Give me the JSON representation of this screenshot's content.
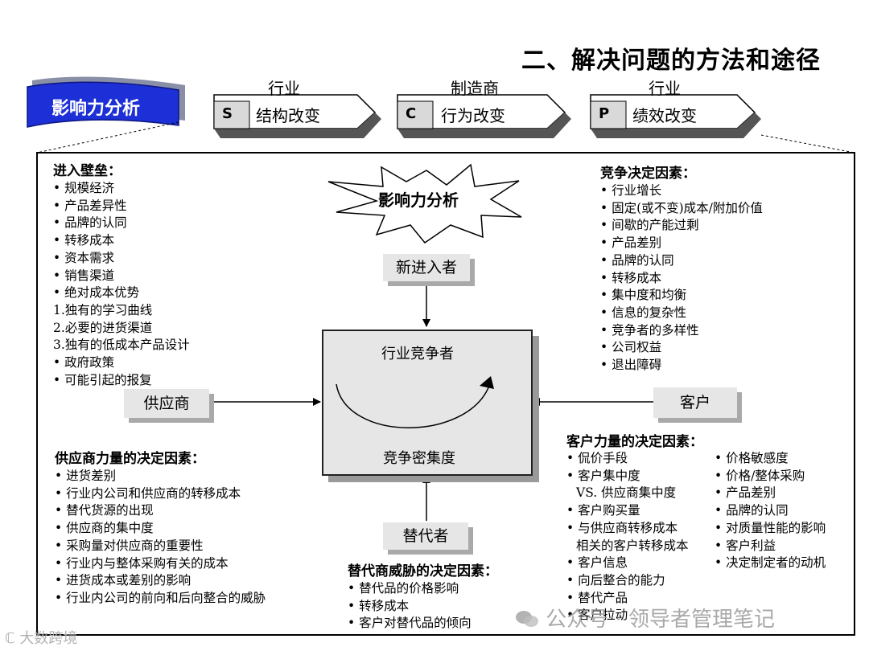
{
  "title": "二、解决问题的方法和途径",
  "ribbon": "影响力分析",
  "scp": [
    {
      "top": "行业",
      "letter": "S",
      "label": "结构改变"
    },
    {
      "top": "制造商",
      "letter": "C",
      "label": "行为改变"
    },
    {
      "top": "行业",
      "letter": "P",
      "label": "绩效改变"
    }
  ],
  "entry_barriers": {
    "title": "进入壁垒：",
    "items": [
      "规模经济",
      "产品差异性",
      "品牌的认同",
      "转移成本",
      "资本需求",
      "销售渠道",
      "绝对成本优势"
    ],
    "numbered": [
      "1.独有的学习曲线",
      "2.必要的进货渠道",
      "3.独有的低成本产品设计"
    ],
    "items2": [
      "政府政策",
      "可能引起的报复"
    ]
  },
  "star": "影响力分析",
  "competition_factors": {
    "title": "竞争决定因素：",
    "items": [
      "行业增长",
      "固定(或不变)成本/附加价值",
      "间歇的产能过剩",
      "产品差别",
      "品牌的认同",
      "转移成本",
      "集中度和均衡",
      "信息的复杂性",
      "竞争者的多样性",
      "公司权益",
      "退出障碍"
    ]
  },
  "forces": {
    "new_entrant": "新进入者",
    "supplier": "供应商",
    "customer": "客户",
    "substitute": "替代者"
  },
  "center": {
    "top": "行业竞争者",
    "bottom": "竞争密集度"
  },
  "supplier_power": {
    "title": "供应商力量的决定因素：",
    "items": [
      "进货差别",
      "行业内公司和供应商的转移成本",
      "替代货源的出现",
      "供应商的集中度",
      "采购量对供应商的重要性",
      "行业内与整体采购有关的成本",
      "进货成本或差别的影响",
      "行业内公司的前向和后向整合的威胁"
    ]
  },
  "customer_power": {
    "title": "客户力量的决定因素：",
    "left_items": [
      {
        "text": "侃价手段",
        "bullet": true
      },
      {
        "text": "客户集中度",
        "bullet": true
      },
      {
        "text": "VS. 供应商集中度",
        "bullet": false
      },
      {
        "text": "客户购买量",
        "bullet": true
      },
      {
        "text": "与供应商转移成本",
        "bullet": true
      },
      {
        "text": "相关的客户转移成本",
        "bullet": false
      },
      {
        "text": "客户信息",
        "bullet": true
      },
      {
        "text": "向后整合的能力",
        "bullet": true
      },
      {
        "text": "替代产品",
        "bullet": true
      },
      {
        "text": "客户拉动",
        "bullet": true
      }
    ],
    "right_items": [
      "价格敏感度",
      "价格/整体采购",
      "产品差别",
      "品牌的认同",
      "对质量性能的影响",
      "客户利益",
      "决定制定者的动机"
    ]
  },
  "substitute_threat": {
    "title": "替代商威胁的决定因素：",
    "items": [
      "替代品的价格影响",
      "转移成本",
      "客户对替代品的倾向"
    ]
  },
  "watermark": "公众号 · 领导者管理笔记",
  "watermark_left": "大数跨境",
  "colors": {
    "ribbon": "#1d2fd6",
    "box": "#e6e6e6",
    "shadow": "#9a9a9a"
  }
}
